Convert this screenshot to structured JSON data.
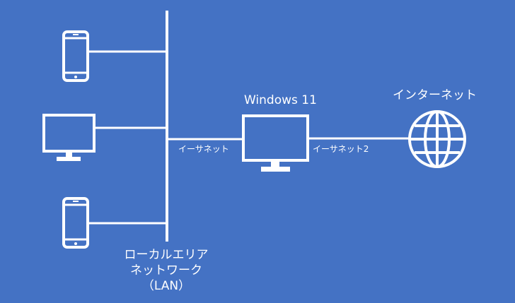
{
  "diagram": {
    "pc_label": "Windows 11",
    "internet_label": "インターネット",
    "ethernet_label": "イーサネット",
    "ethernet2_label": "イーサネット2",
    "lan_label_line1": "ローカルエリア",
    "lan_label_line2": "ネットワーク",
    "lan_label_line3": "（LAN）"
  },
  "icons": {
    "smartphone": "smartphone-icon",
    "monitor": "monitor-icon",
    "globe": "globe-icon"
  },
  "colors": {
    "background": "#4472c4",
    "foreground": "#ffffff"
  }
}
